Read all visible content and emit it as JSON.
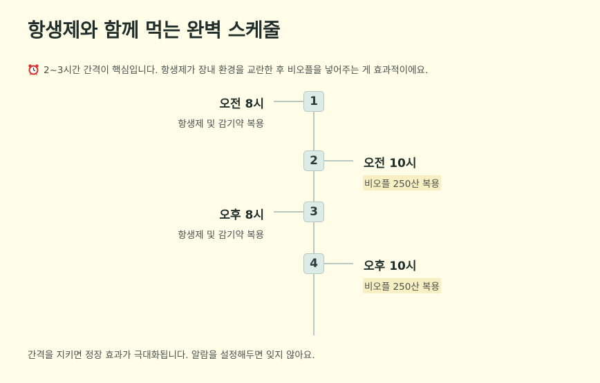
{
  "title": "항생제와 함께 먹는 완벽 스케줄",
  "intro": {
    "icon": "alarm-clock-icon",
    "text": "2~3시간 간격이 핵심입니다. 항생제가 장내 환경을 교란한 후 비오플을 넣어주는 게 효과적이에요."
  },
  "timeline": [
    {
      "step": "1",
      "time": "오전 8시",
      "desc": "항생제 및 감기약 복용",
      "side": "left"
    },
    {
      "step": "2",
      "time": "오전 10시",
      "desc": "비오플 250산 복용",
      "side": "right"
    },
    {
      "step": "3",
      "time": "오후 8시",
      "desc": "항생제 및 감기약 복용",
      "side": "left"
    },
    {
      "step": "4",
      "time": "오후 10시",
      "desc": "비오플 250산 복용",
      "side": "right"
    }
  ],
  "footer": "간격을 지키면 정장 효과가 극대화됩니다. 알람을 설정해두면 잊지 않아요.",
  "colors": {
    "background": "#fffde8",
    "node_fill": "#dcebe6",
    "line": "#b8c8c2",
    "highlight": "#f8f0c2"
  }
}
